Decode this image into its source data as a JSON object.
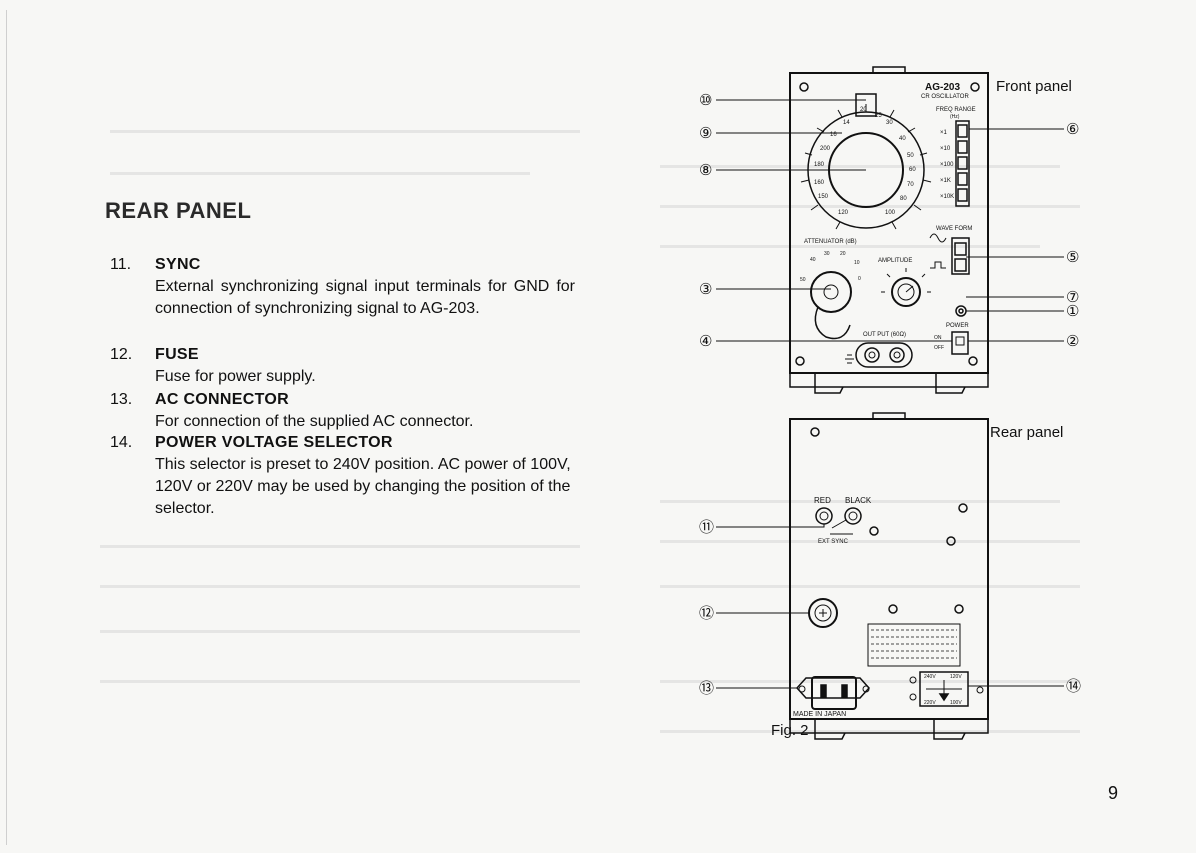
{
  "section_title": "REAR PANEL",
  "items": [
    {
      "number": "11.",
      "heading": "SYNC",
      "description": "External synchronizing signal input terminals for GND for connection of synchronizing signal to AG-203."
    },
    {
      "number": "12.",
      "heading": "FUSE",
      "description": "Fuse for power supply."
    },
    {
      "number": "13.",
      "heading": "AC CONNECTOR",
      "description": "For connection of the supplied AC connector."
    },
    {
      "number": "14.",
      "heading": "POWER VOLTAGE SELECTOR",
      "description": "This selector is preset to 240V position. AC power of 100V, 120V or 220V may be used by changing the position of the selector."
    }
  ],
  "figure": {
    "caption": "Fig. 2",
    "front_panel_label": "Front panel",
    "rear_panel_label": "Rear panel",
    "front": {
      "model": "AG-203",
      "subtitle": "CR OSCILLATOR",
      "freq_range_label": "FREQ RANGE",
      "freq_unit": "(Hz)",
      "range_steps": [
        "×1",
        "×10",
        "×100",
        "×1K",
        "×10K"
      ],
      "wave_form_label": "WAVE FORM",
      "attenuator_label": "ATTENUATOR (dB)",
      "attenuator_steps": [
        "40",
        "30",
        "20",
        "10",
        "0",
        "50"
      ],
      "amplitude_label": "AMPLITUDE",
      "output_label": "OUT PUT (60Ω)",
      "power_label": "POWER",
      "power_on": "ON",
      "power_off": "OFF",
      "dial_numbers": [
        "20",
        "25",
        "30",
        "40",
        "50",
        "60",
        "70",
        "80",
        "100",
        "120",
        "150",
        "160",
        "180",
        "200",
        "16",
        "14"
      ],
      "callouts": [
        "⑩",
        "⑨",
        "⑧",
        "③",
        "④",
        "⑥",
        "⑤",
        "⑦",
        "①",
        "②"
      ]
    },
    "rear": {
      "red_label": "RED",
      "black_label": "BLACK",
      "ext_sync_label": "EXT SYNC",
      "made_in": "MADE IN JAPAN",
      "voltage_labels": [
        "240V",
        "120V",
        "220V",
        "100V"
      ],
      "callouts": [
        "⑪",
        "⑫",
        "⑬",
        "⑭"
      ]
    }
  },
  "page_number": "9"
}
